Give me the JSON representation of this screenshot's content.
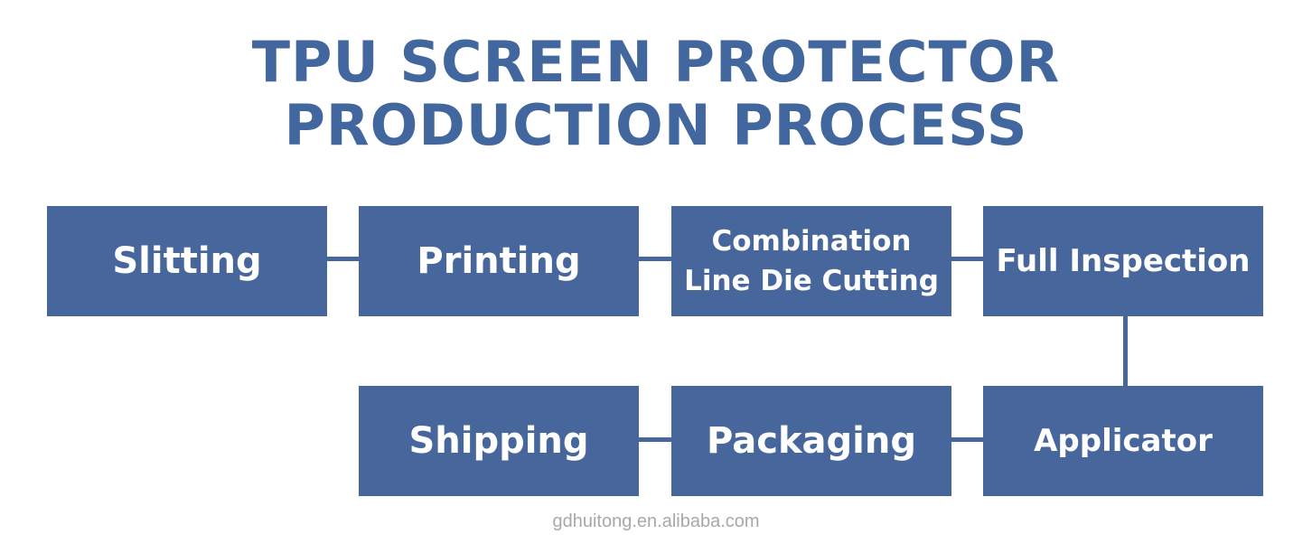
{
  "title": {
    "line1": "TPU SCREEN PROTECTOR",
    "line2": "PRODUCTION PROCESS"
  },
  "steps": [
    {
      "label": "Slitting"
    },
    {
      "label": "Printing"
    },
    {
      "label_line1": "Combination",
      "label_line2": "Line Die Cutting"
    },
    {
      "label": "Full Inspection"
    },
    {
      "label": "Applicator"
    },
    {
      "label": "Packaging"
    },
    {
      "label": "Shipping"
    }
  ],
  "watermark": "gdhuitong.en.alibaba.com",
  "colors": {
    "box_fill": "#47679c",
    "title": "#42669e",
    "box_text": "#ffffff",
    "watermark": "#a8a8a8"
  }
}
